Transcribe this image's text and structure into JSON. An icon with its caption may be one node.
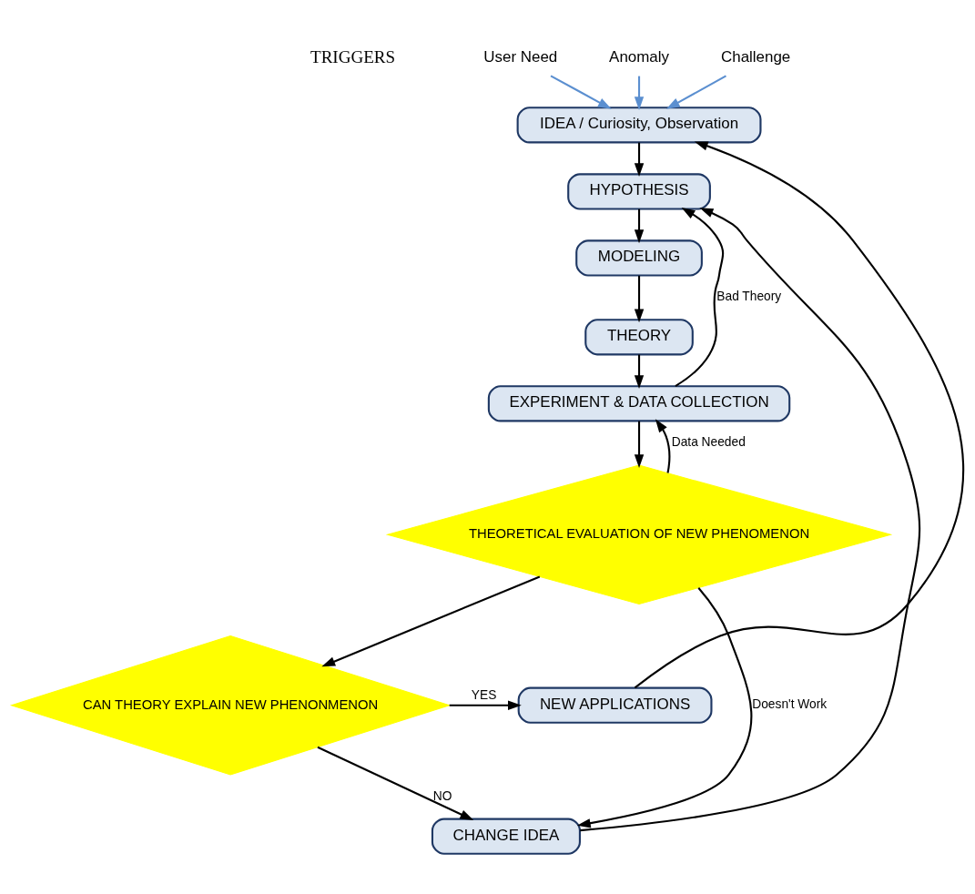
{
  "diagram": {
    "nodes": [
      {
        "text": [
          "IDEA / Curiosity, Observation"
        ]
      },
      {
        "text": [
          "HYPOTHESIS"
        ]
      },
      {
        "text": [
          "MODELING"
        ]
      },
      {
        "text": [
          "THEORY"
        ]
      },
      {
        "text": [
          "EXPERIMENT & DATA COLLECTION"
        ]
      },
      {
        "text": [
          "THEORETICAL EVALUATION OF NEW PHENOMENON"
        ]
      },
      {
        "text": [
          "CAN THEORY EXPLAIN NEW PHENONMENON"
        ]
      },
      {
        "text": [
          "NEW APPLICATIONS"
        ]
      },
      {
        "text": [
          "CHANGE IDEA"
        ]
      },
      {
        "text": [
          "User Need"
        ]
      },
      {
        "text": [
          "Anomaly"
        ]
      },
      {
        "text": [
          "Challenge"
        ]
      }
    ],
    "edges": [
      {
        "from": 0,
        "to": 1,
        "arrow": "to"
      },
      {
        "from": 1,
        "to": 2,
        "arrow": "to"
      },
      {
        "from": 2,
        "to": 3,
        "arrow": "to"
      },
      {
        "from": 3,
        "to": 4,
        "arrow": "to"
      },
      {
        "from": 4,
        "to": 5,
        "arrow": "to"
      },
      {
        "from": 5,
        "to": 6,
        "arrow": "to"
      },
      {
        "from": 4,
        "to": 1,
        "arrow": "to",
        "label": "Bad Theory"
      },
      {
        "from": 5,
        "to": 8,
        "arrow": "to",
        "label": "Doesn't Work"
      },
      {
        "from": 5,
        "to": 4,
        "arrow": "to",
        "label": "Data Needed"
      },
      {
        "from": 6,
        "to": 8,
        "arrow": "to",
        "label": "NO"
      },
      {
        "from": 6,
        "to": 7,
        "arrow": "to",
        "label": "YES"
      },
      {
        "from": 7,
        "to": 0,
        "arrow": "to"
      },
      {
        "from": 8,
        "to": 1,
        "arrow": "to"
      },
      {
        "from": 9,
        "to": 0,
        "arrow": "to",
        "color": "#5b8fd0"
      },
      {
        "from": 10,
        "to": 0,
        "arrow": "to",
        "color": "#5b8fd0"
      },
      {
        "from": 11,
        "to": 0,
        "arrow": "to",
        "color": "#5b8fd0"
      }
    ],
    "labels": [
      "TRIGGERS"
    ]
  }
}
